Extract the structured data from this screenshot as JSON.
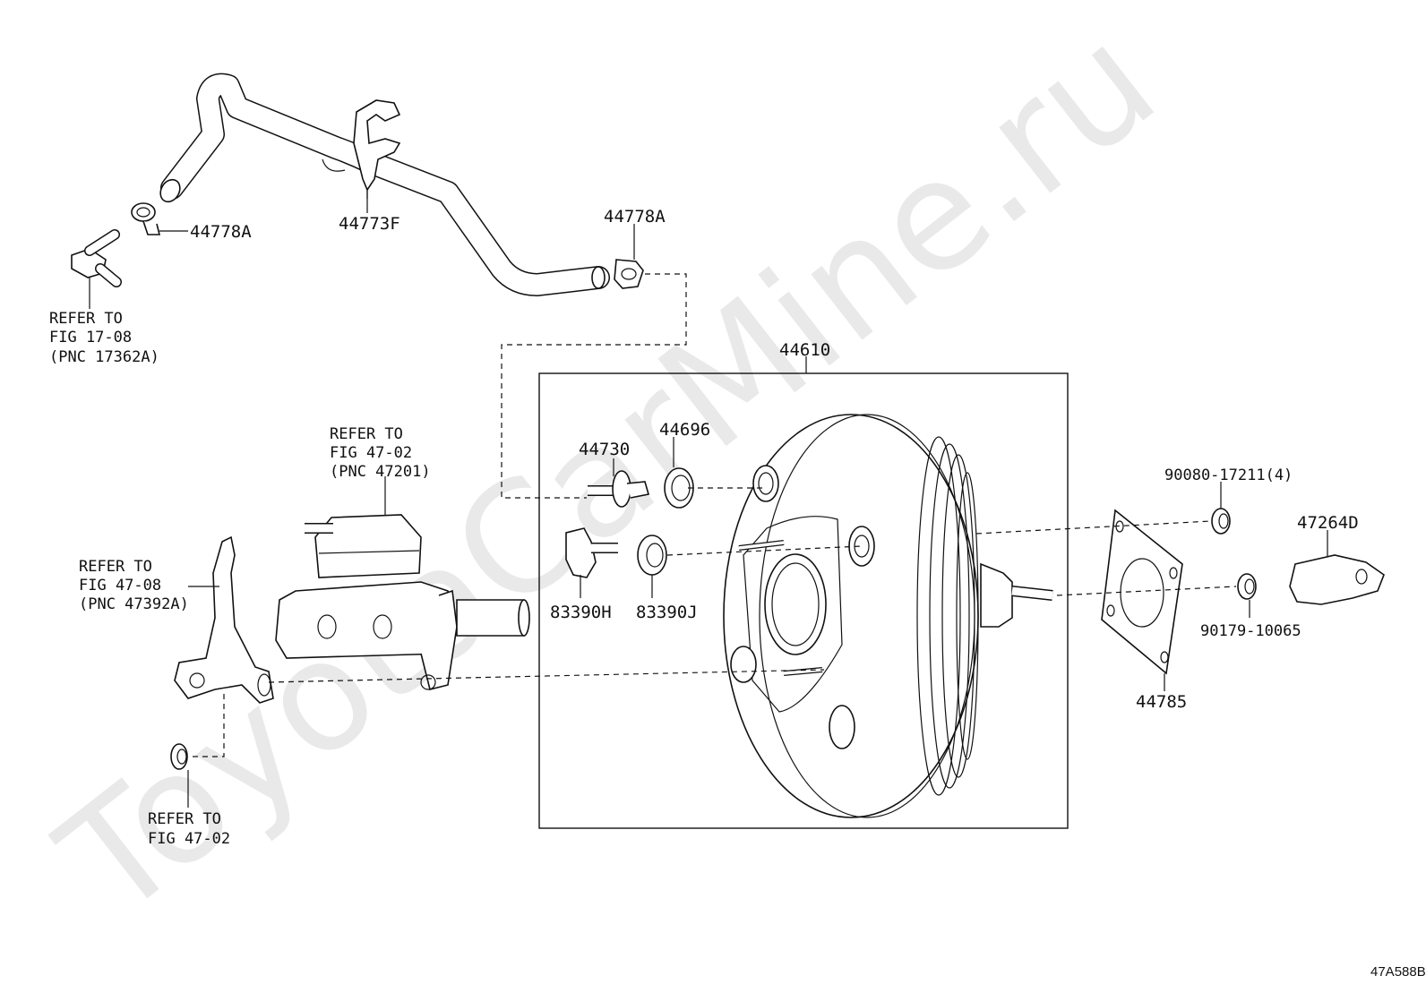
{
  "watermark": "ToyotaCarMine.ru",
  "diagram_code": "47A588B",
  "part_numbers": {
    "clip_left": "44778A",
    "hose": "44773F",
    "clip_right": "44778A",
    "booster_assy": "44610",
    "check_valve": "44730",
    "grommet": "44696",
    "sensor": "83390H",
    "sensor_seal": "83390J",
    "nut_upper": "90080-17211(4)",
    "clevis": "47264D",
    "nut_lower": "90179-10065",
    "gasket": "44785"
  },
  "references": {
    "fig_17_08": {
      "line1": "REFER TO",
      "line2": "FIG 17-08",
      "line3": "(PNC 17362A)"
    },
    "fig_47_02_pnc": {
      "line1": "REFER TO",
      "line2": "FIG 47-02",
      "line3": "(PNC 47201)"
    },
    "fig_47_08": {
      "line1": "REFER TO",
      "line2": "FIG 47-08",
      "line3": "(PNC 47392A)"
    },
    "fig_47_02_nut": {
      "line1": "REFER TO",
      "line2": "FIG 47-02"
    }
  }
}
